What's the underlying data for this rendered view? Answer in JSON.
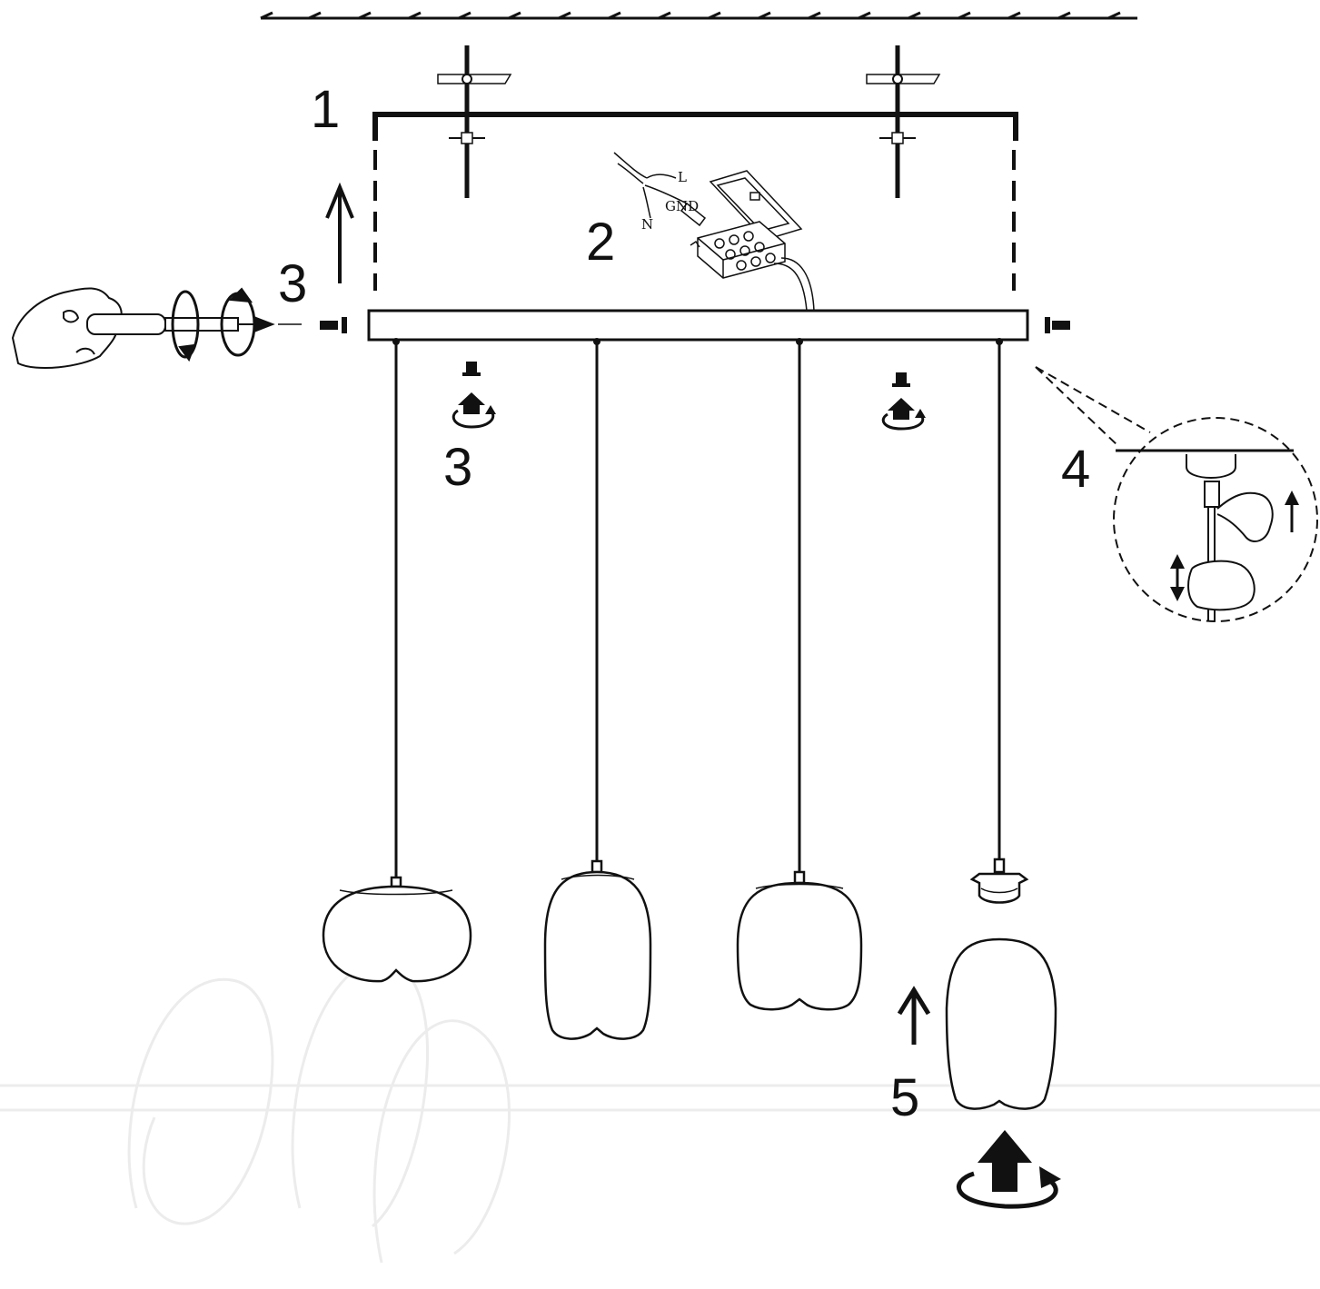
{
  "diagram": {
    "steps": {
      "s1": "1",
      "s2": "2",
      "s3_left": "3",
      "s3_bottom": "3",
      "s4": "4",
      "s5": "5"
    },
    "wires": {
      "live": "L",
      "ground": "GND",
      "neutral": "N"
    },
    "colors": {
      "line": "#111111",
      "background": "#ffffff",
      "watermark": "#ececec"
    },
    "shades": [
      "round",
      "tall",
      "apple",
      "tall-detached"
    ]
  }
}
